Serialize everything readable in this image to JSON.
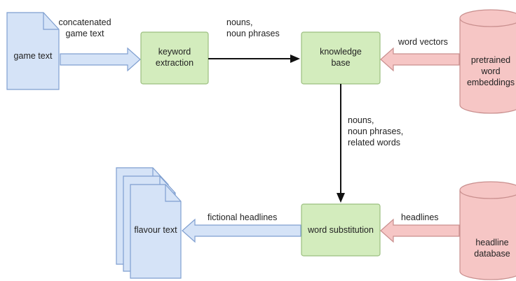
{
  "nodes": {
    "game_text": "game text",
    "keyword_extraction": [
      "keyword",
      "extraction"
    ],
    "knowledge_base": [
      "knowledge",
      "base"
    ],
    "pretrained_embeddings": [
      "pretrained",
      "word",
      "embeddings"
    ],
    "word_substitution": "word substitution",
    "headline_database": [
      "headline",
      "database"
    ],
    "flavour_text": "flavour text"
  },
  "edges": {
    "concatenated_game_text": [
      "concatenated",
      "game text"
    ],
    "nouns_noun_phrases": [
      "nouns,",
      "noun phrases"
    ],
    "word_vectors": "word vectors",
    "nouns_related_words": [
      "nouns,",
      "noun phrases,",
      "related words"
    ],
    "headlines": "headlines",
    "fictional_headlines": "fictional headlines"
  },
  "colors": {
    "document_fill": "#d5e3f7",
    "document_stroke": "#7f9fd0",
    "process_fill": "#d3ecbd",
    "process_stroke": "#9bbf7f",
    "database_fill": "#f6c6c5",
    "database_stroke": "#c98f8e",
    "blue_arrow_fill": "#d5e3f7",
    "blue_arrow_stroke": "#7f9fd0",
    "red_arrow_fill": "#f6c6c5",
    "red_arrow_stroke": "#c98f8e",
    "line_arrow": "#111111"
  }
}
